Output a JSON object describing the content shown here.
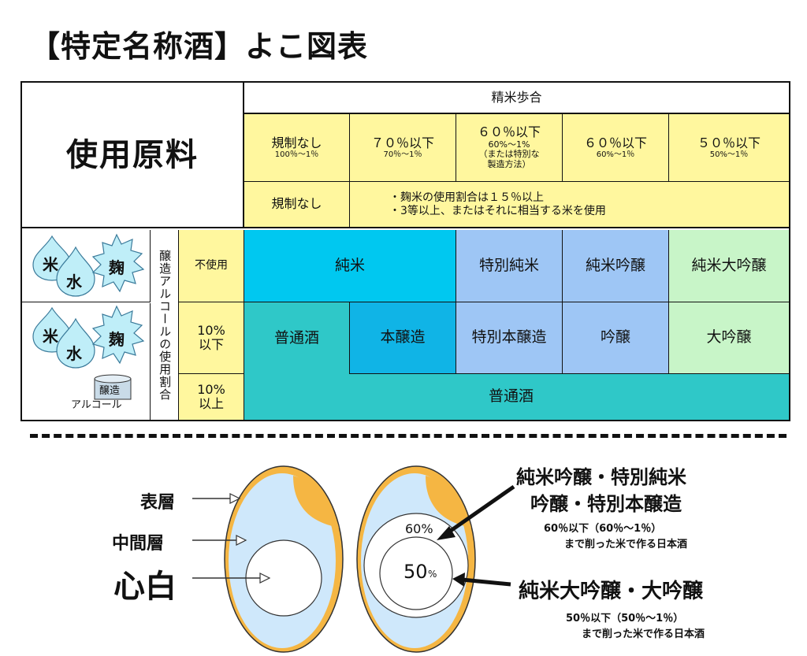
{
  "title": "【特定名称酒】よこ図表",
  "table": {
    "header_materials": "使用原料",
    "polish_header": "精米歩合",
    "polish_cols": [
      {
        "main": "規制なし",
        "sub": [
          "100％～1％"
        ]
      },
      {
        "main": "７０％以下",
        "sub": [
          "70％～1％"
        ]
      },
      {
        "main": "６０％以下",
        "sub": [
          "60%～1%",
          "（または特別な",
          "製造方法）"
        ]
      },
      {
        "main": "６０％以下",
        "sub": [
          "60%～1％"
        ]
      },
      {
        "main": "５０％以下",
        "sub": [
          "50%～1％"
        ]
      }
    ],
    "koji_left": "規制なし",
    "koji_rules": [
      "・麹米の使用割合は１５％以上",
      "・3等以上、またはそれに相当する米を使用"
    ],
    "ingredients": {
      "rice": "米",
      "water": "水",
      "koji": "麹",
      "alcohol_line1": "醸造",
      "alcohol_line2": "アルコール"
    },
    "alcohol_header": "醸造アルコールの使用割合",
    "rows": {
      "none": "不使用",
      "le10": [
        "10%",
        "以下"
      ],
      "gt10": [
        "10%",
        "以上"
      ]
    },
    "products": {
      "junmai": "純米",
      "tokubetsu_junmai": "特別純米",
      "junmai_ginjo": "純米吟醸",
      "junmai_daiginjo": "純米大吟醸",
      "futsushu": "普通酒",
      "honjozo": "本醸造",
      "tokubetsu_honjozo": "特別本醸造",
      "ginjo": "吟醸",
      "daiginjo": "大吟醸",
      "futsushu_bottom": "普通酒"
    },
    "colors": {
      "yellow": "#fff79e",
      "cyan": "#00c8f0",
      "light_blue": "#9ec6f5",
      "light_green": "#c8f5c8",
      "teal": "#2fc8c8",
      "sky": "#10b4e6"
    }
  },
  "grain": {
    "layers": [
      "表層",
      "中間層",
      "心白"
    ],
    "pct60": "60%",
    "pct50": "50",
    "pct50_unit": "%",
    "ginjo_title1": "純米吟醸・特別純米",
    "ginjo_title2": "吟醸・特別本醸造",
    "ginjo_note1": "60％以下（60％～1％）",
    "ginjo_note2": "まで削った米で作る日本酒",
    "daiginjo_title": "純米大吟醸・大吟醸",
    "daiginjo_note1": "50％以下（50％～1％）",
    "daiginjo_note2": "まで削った米で作る日本酒",
    "colors": {
      "shell": "#f5b643",
      "middle": "#cfe8fb",
      "core": "#ffffff"
    }
  }
}
